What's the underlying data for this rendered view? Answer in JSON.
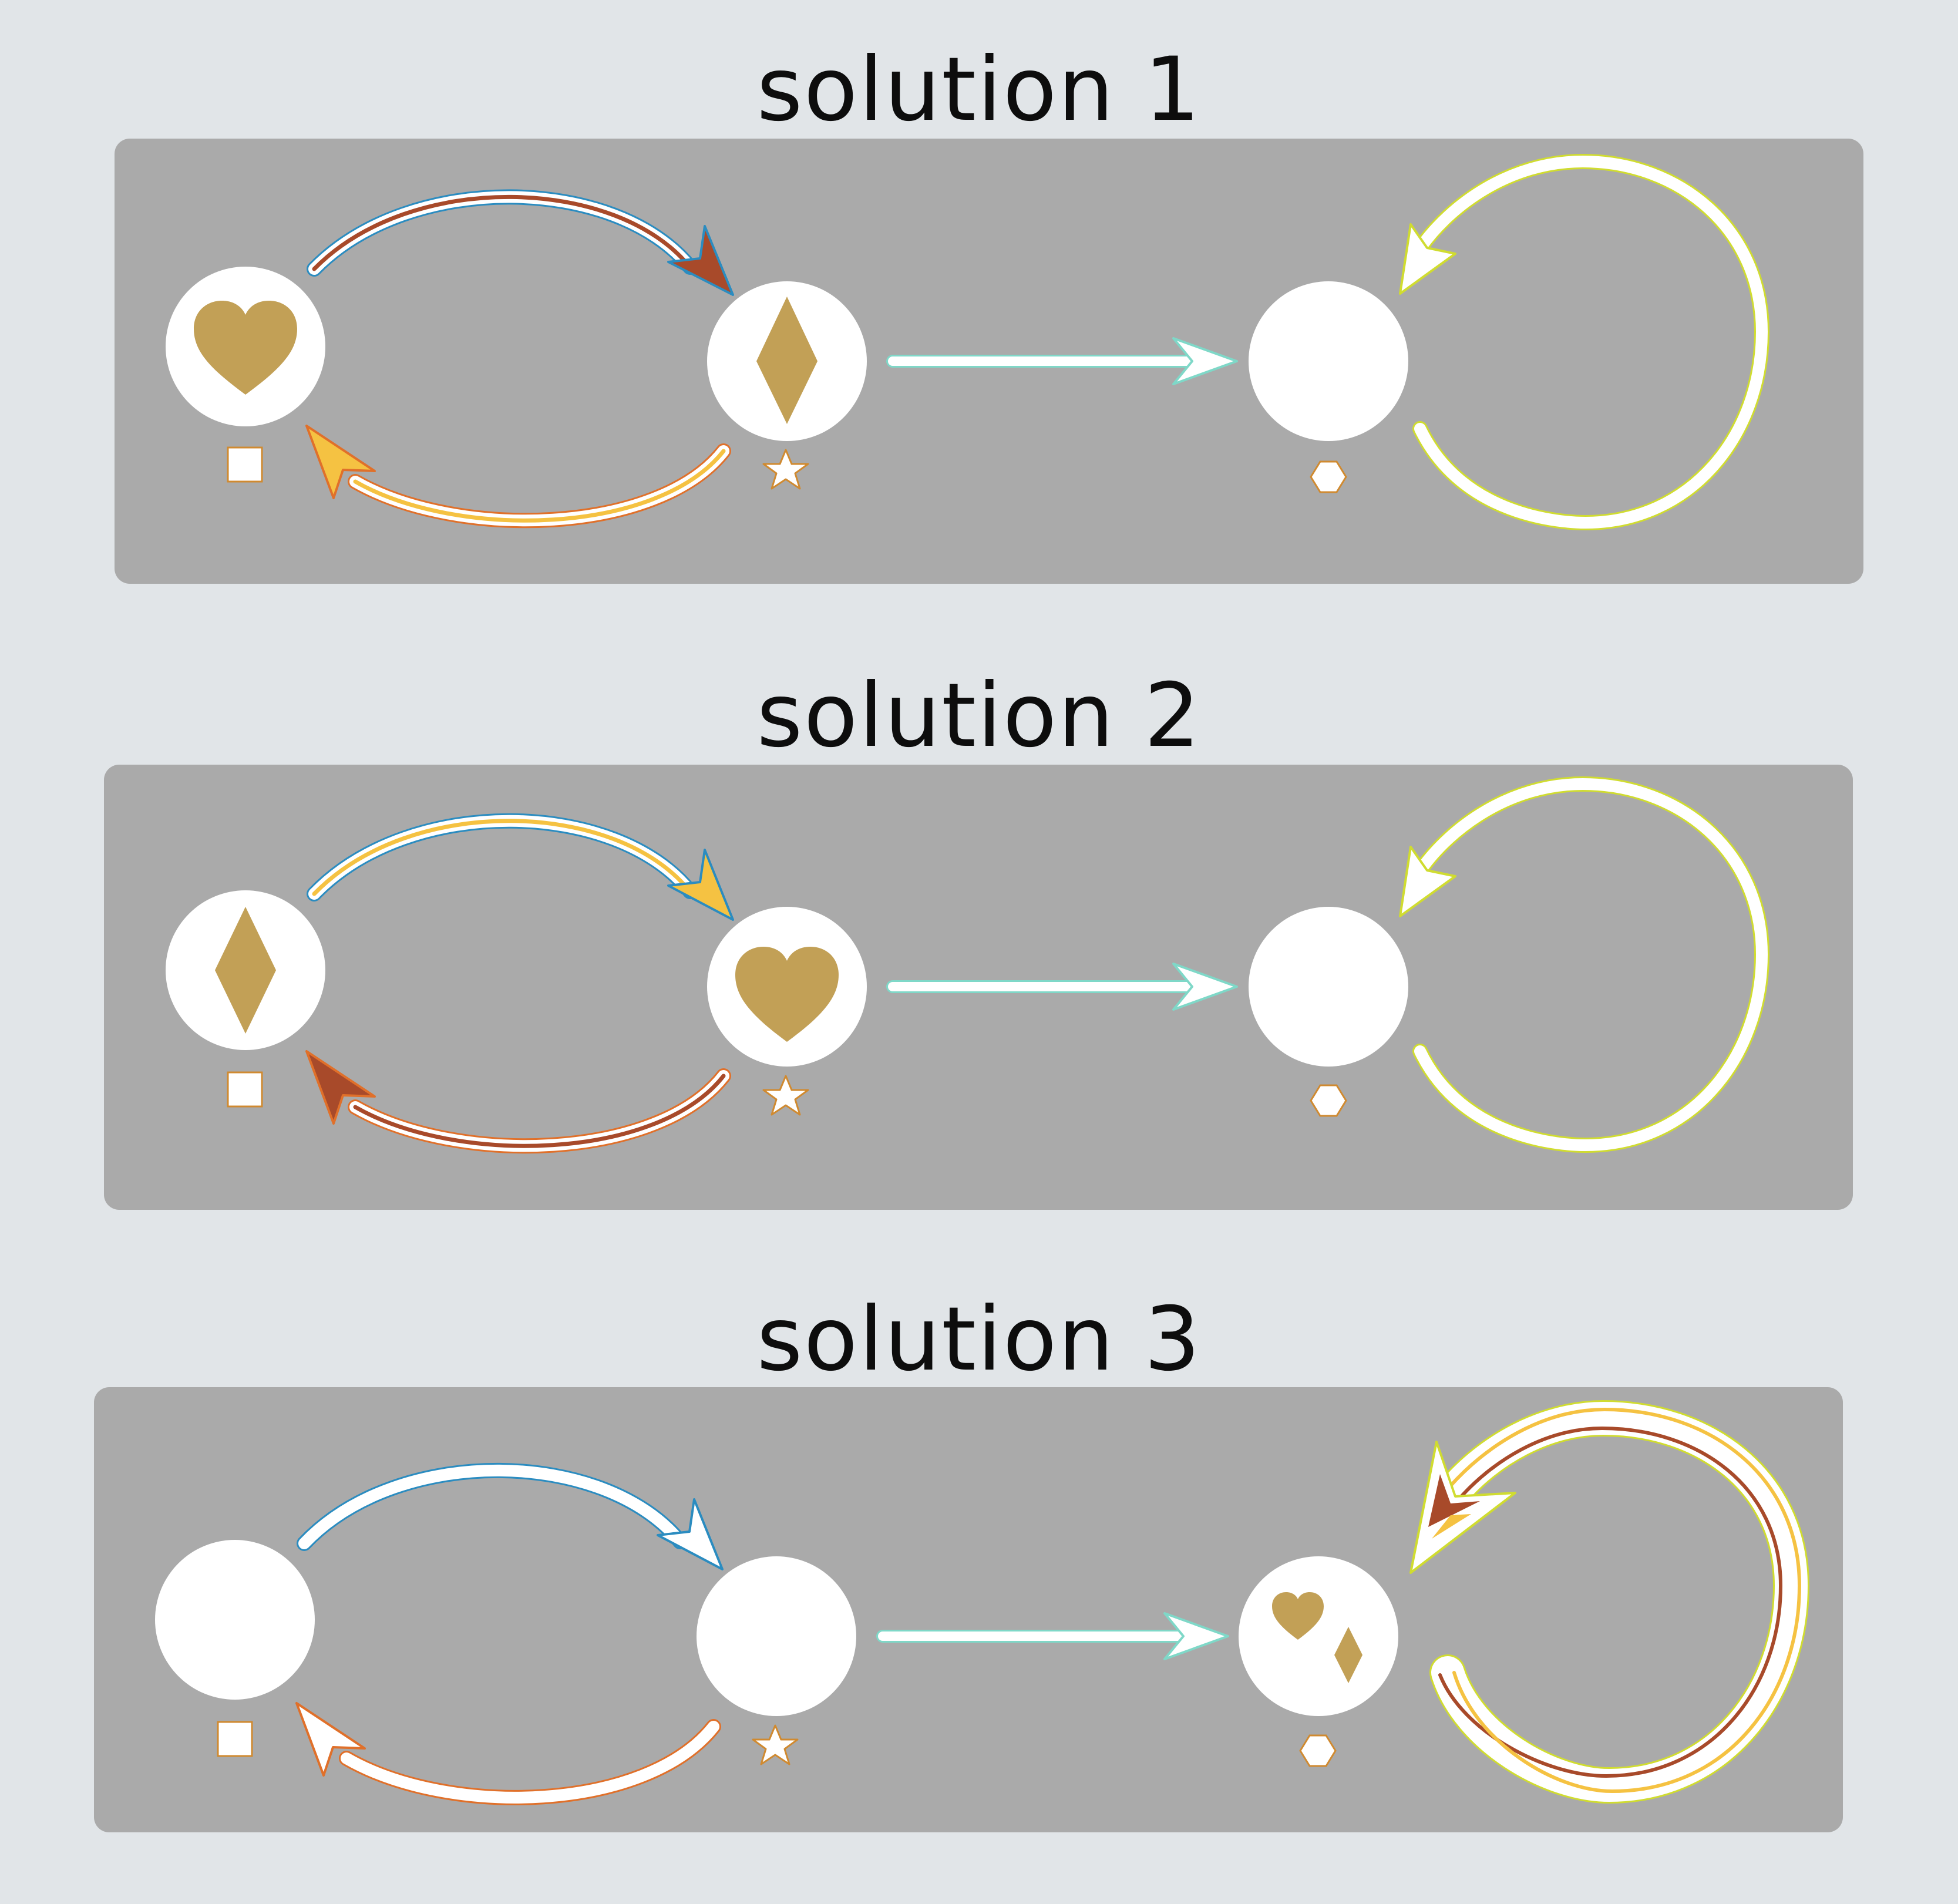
{
  "colors": {
    "background": "#e1e5e8",
    "panel": "#aaaaaa",
    "node": "#ffffff",
    "symbol": "#c2a056",
    "marker_outline": "#d08a30",
    "blue_outline": "#2b8cc0",
    "orange_outline": "#e0702a",
    "teal_outline": "#7fd8c8",
    "yellow_green_outline": "#d0dc30",
    "brown_core": "#a84a2a",
    "gold_core": "#f5c242"
  },
  "solutions": [
    {
      "title": "solution 1",
      "nodes": [
        {
          "id": "left",
          "symbols": [
            "heart-icon"
          ],
          "marker": "square-icon"
        },
        {
          "id": "middle",
          "symbols": [
            "diamond-icon"
          ],
          "marker": "star-icon"
        },
        {
          "id": "right",
          "symbols": [],
          "marker": "hexagon-icon"
        }
      ],
      "edges": [
        {
          "from": "left",
          "to": "middle",
          "outline": "blue",
          "core": "brown"
        },
        {
          "from": "middle",
          "to": "left",
          "outline": "orange",
          "core": "gold"
        },
        {
          "from": "middle",
          "to": "right",
          "outline": "teal",
          "core": "none"
        },
        {
          "from": "right",
          "to": "right",
          "outline": "yellow-green",
          "core": "none"
        }
      ]
    },
    {
      "title": "solution 2",
      "nodes": [
        {
          "id": "left",
          "symbols": [
            "diamond-icon"
          ],
          "marker": "square-icon"
        },
        {
          "id": "middle",
          "symbols": [
            "heart-icon"
          ],
          "marker": "star-icon"
        },
        {
          "id": "right",
          "symbols": [],
          "marker": "hexagon-icon"
        }
      ],
      "edges": [
        {
          "from": "left",
          "to": "middle",
          "outline": "blue",
          "core": "gold"
        },
        {
          "from": "middle",
          "to": "left",
          "outline": "orange",
          "core": "brown"
        },
        {
          "from": "middle",
          "to": "right",
          "outline": "teal",
          "core": "none"
        },
        {
          "from": "right",
          "to": "right",
          "outline": "yellow-green",
          "core": "none"
        }
      ]
    },
    {
      "title": "solution 3",
      "nodes": [
        {
          "id": "left",
          "symbols": [],
          "marker": "square-icon"
        },
        {
          "id": "middle",
          "symbols": [],
          "marker": "star-icon"
        },
        {
          "id": "right",
          "symbols": [
            "heart-icon",
            "diamond-icon"
          ],
          "marker": "hexagon-icon"
        }
      ],
      "edges": [
        {
          "from": "left",
          "to": "middle",
          "outline": "blue",
          "core": "none"
        },
        {
          "from": "middle",
          "to": "left",
          "outline": "orange",
          "core": "none"
        },
        {
          "from": "middle",
          "to": "right",
          "outline": "teal",
          "core": "none"
        },
        {
          "from": "right",
          "to": "right",
          "outline": "yellow-green",
          "core": "brown+gold"
        }
      ]
    }
  ]
}
